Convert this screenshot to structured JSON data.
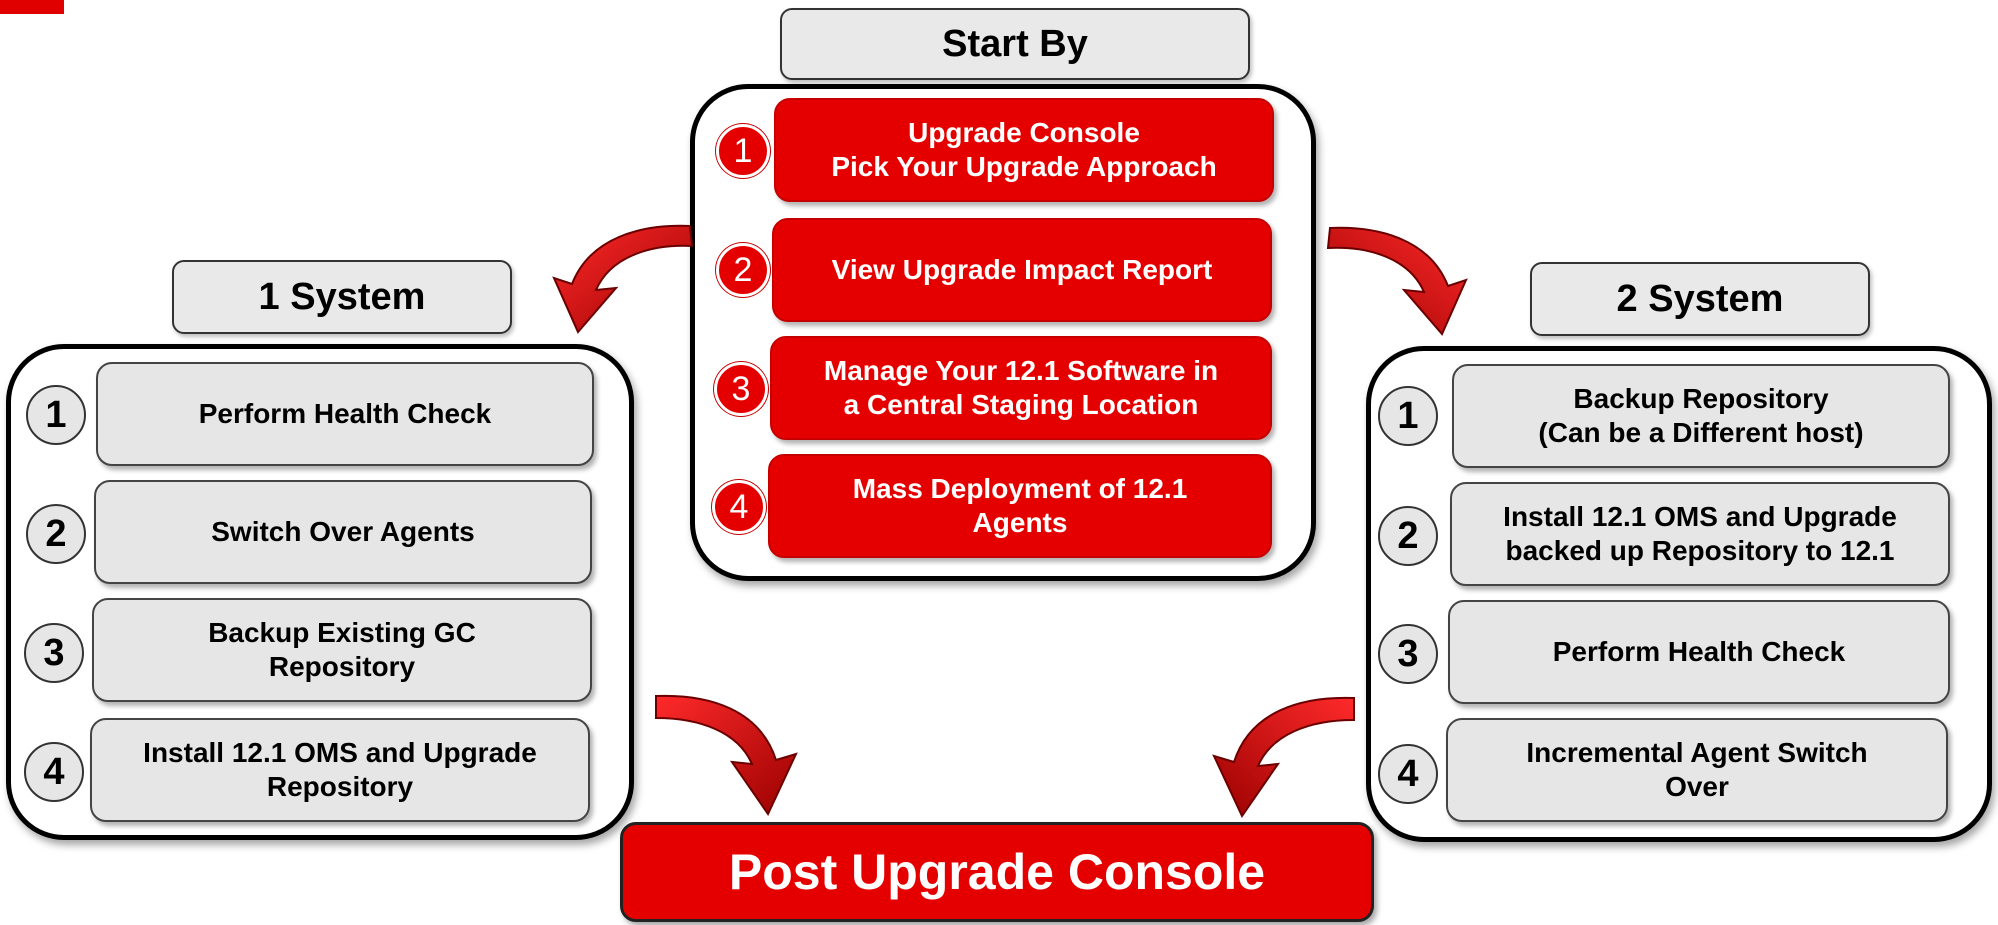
{
  "colors": {
    "accent_red": "#e50000",
    "box_grey": "#e6e6e6",
    "outline": "#000000"
  },
  "start": {
    "header": "Start By",
    "steps": [
      {
        "num": "1",
        "label_lines": [
          "Upgrade Console",
          "Pick Your Upgrade Approach"
        ]
      },
      {
        "num": "2",
        "label_lines": [
          "View Upgrade Impact Report"
        ]
      },
      {
        "num": "3",
        "label_lines": [
          "Manage Your 12.1 Software in",
          "a Central Staging Location"
        ]
      },
      {
        "num": "4",
        "label_lines": [
          "Mass Deployment of 12.1",
          "Agents"
        ]
      }
    ]
  },
  "one_system": {
    "header": "1 System",
    "steps": [
      {
        "num": "1",
        "label_lines": [
          "Perform Health Check"
        ]
      },
      {
        "num": "2",
        "label_lines": [
          "Switch Over Agents"
        ]
      },
      {
        "num": "3",
        "label_lines": [
          "Backup Existing GC",
          "Repository"
        ]
      },
      {
        "num": "4",
        "label_lines": [
          "Install 12.1 OMS and Upgrade",
          "Repository"
        ]
      }
    ]
  },
  "two_system": {
    "header": "2 System",
    "steps": [
      {
        "num": "1",
        "label_lines": [
          "Backup Repository",
          "(Can be a Different host)"
        ]
      },
      {
        "num": "2",
        "label_lines": [
          "Install 12.1 OMS and Upgrade",
          "backed up Repository to 12.1"
        ]
      },
      {
        "num": "3",
        "label_lines": [
          "Perform Health Check"
        ]
      },
      {
        "num": "4",
        "label_lines": [
          "Incremental Agent Switch",
          "Over"
        ]
      }
    ]
  },
  "post": {
    "label": "Post Upgrade Console"
  },
  "icons": {
    "flow_arrow": "curved-arrow-icon"
  }
}
